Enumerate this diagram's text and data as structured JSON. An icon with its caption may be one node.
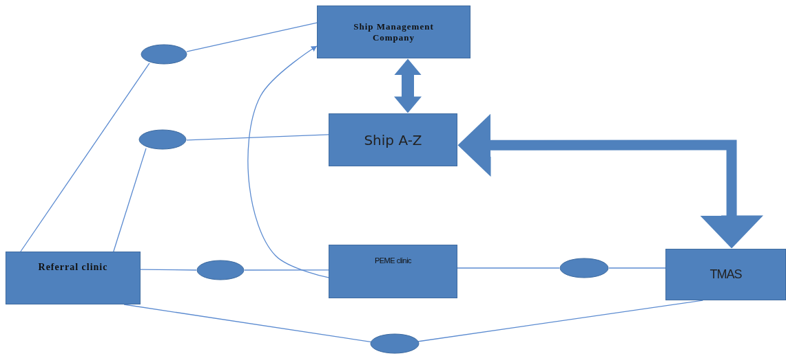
{
  "diagram": {
    "nodes": [
      {
        "text": [
          "Ship Management Company"
        ]
      },
      {
        "text": [
          "Ship A-Z"
        ]
      },
      {
        "text": [
          "Referral clinic"
        ]
      },
      {
        "text": [
          "PEME clinic"
        ]
      },
      {
        "text": [
          "TMAS"
        ]
      },
      {
        "text": [],
        "shape": "ellipse"
      },
      {
        "text": [],
        "shape": "ellipse"
      },
      {
        "text": [],
        "shape": "ellipse"
      },
      {
        "text": [],
        "shape": "ellipse"
      },
      {
        "text": [],
        "shape": "ellipse"
      }
    ],
    "edges": [
      {
        "from": 5,
        "to": 0,
        "arrow": "none"
      },
      {
        "from": 2,
        "to": 5,
        "arrow": "none"
      },
      {
        "from": 6,
        "to": 1,
        "arrow": "none"
      },
      {
        "from": 2,
        "to": 6,
        "arrow": "none"
      },
      {
        "from": 2,
        "to": 7,
        "arrow": "none"
      },
      {
        "from": 7,
        "to": 3,
        "arrow": "none"
      },
      {
        "from": 3,
        "to": 8,
        "arrow": "none"
      },
      {
        "from": 8,
        "to": 4,
        "arrow": "none"
      },
      {
        "from": 2,
        "to": 9,
        "arrow": "none"
      },
      {
        "from": 9,
        "to": 4,
        "arrow": "none"
      },
      {
        "from": 3,
        "to": 0,
        "arrow": "to"
      },
      {
        "from": 0,
        "to": 1,
        "arrow": "both",
        "style": "thick"
      },
      {
        "from": 1,
        "to": 4,
        "arrow": "both",
        "style": "thick"
      }
    ]
  }
}
